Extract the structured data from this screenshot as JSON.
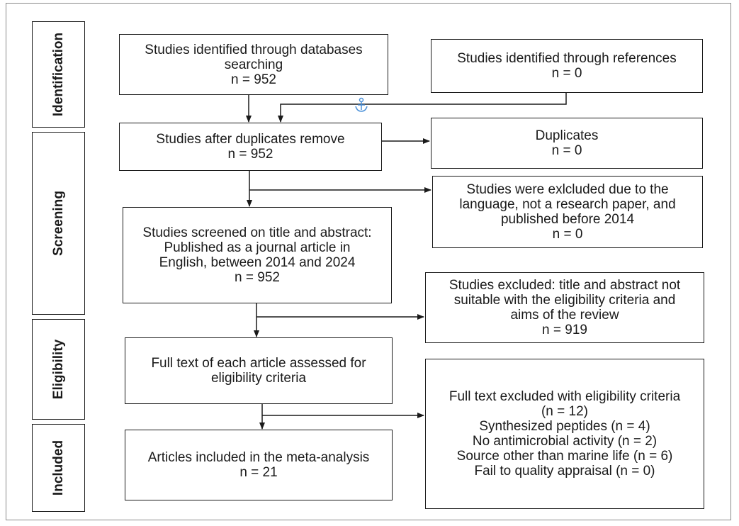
{
  "stages": {
    "identification": "Identification",
    "screening": "Screening",
    "eligibility": "Eligibility",
    "included": "Included"
  },
  "boxes": {
    "db_search": [
      "Studies identified through databases",
      "searching",
      "n = 952"
    ],
    "references": [
      "Studies identified through references",
      "n = 0"
    ],
    "after_duplicates": [
      "Studies after duplicates remove",
      "n = 952"
    ],
    "duplicates": [
      "Duplicates",
      "n = 0"
    ],
    "excluded_language": [
      "Studies were exlcluded due to the",
      "language, not a research paper, and",
      "published before 2014",
      "n = 0"
    ],
    "screened": [
      "Studies screened on title and abstract:",
      "Published as a journal article in",
      "English, between 2014 and 2024",
      "n = 952"
    ],
    "excluded_title": [
      "Studies excluded: title and abstract not",
      "suitable with the eligibility criteria and",
      "aims of the review",
      "n = 919"
    ],
    "full_text": [
      "Full text of each article assessed for",
      "eligibility criteria"
    ],
    "full_text_excluded": [
      "Full text excluded with eligibility criteria",
      "(n = 12)",
      "Synthesized peptides (n = 4)",
      "No antimicrobial activity (n = 2)",
      "Source other than marine life (n = 6)",
      "Fail to quality appraisal (n = 0)"
    ],
    "included": [
      "Articles included in the meta-analysis",
      "n = 21"
    ]
  },
  "colors": {
    "line": "#1a1a1a",
    "anchor": "#4a90d9",
    "frame": "#8a8a8a"
  },
  "icons": {
    "anchor": "anchor-icon"
  }
}
